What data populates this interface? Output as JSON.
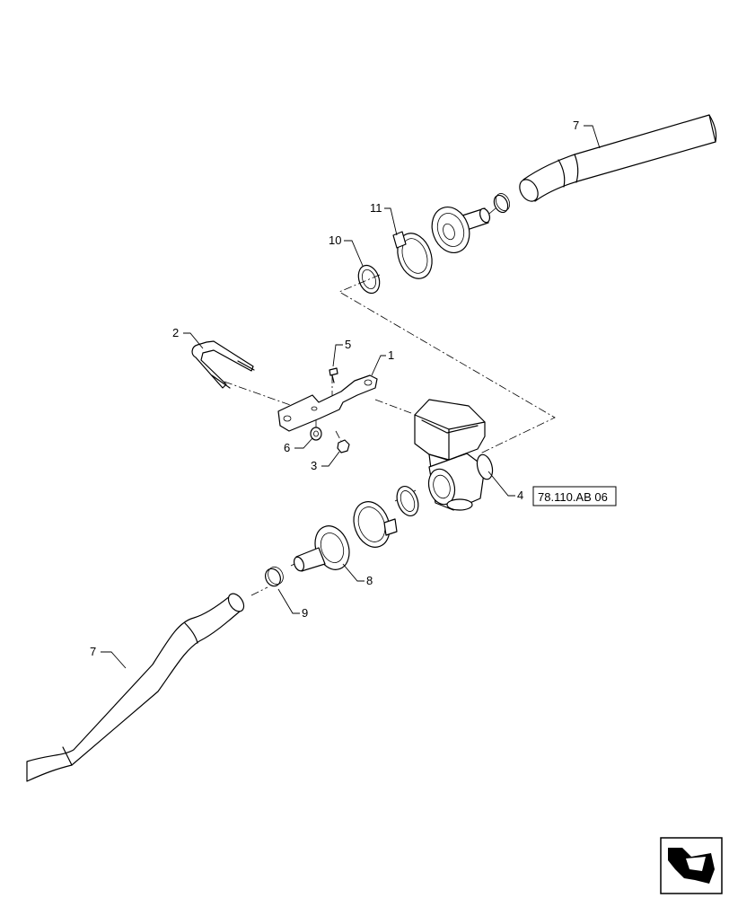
{
  "callouts": {
    "c1": "1",
    "c2": "2",
    "c3": "3",
    "c4": "4",
    "c5": "5",
    "c6": "6",
    "c7_top": "7",
    "c7_bottom": "7",
    "c8": "8",
    "c9": "9",
    "c10": "10",
    "c11": "11"
  },
  "reference": {
    "label": "78.110.AB 06"
  },
  "icons": {
    "nav": "next-page-arrow-icon"
  }
}
